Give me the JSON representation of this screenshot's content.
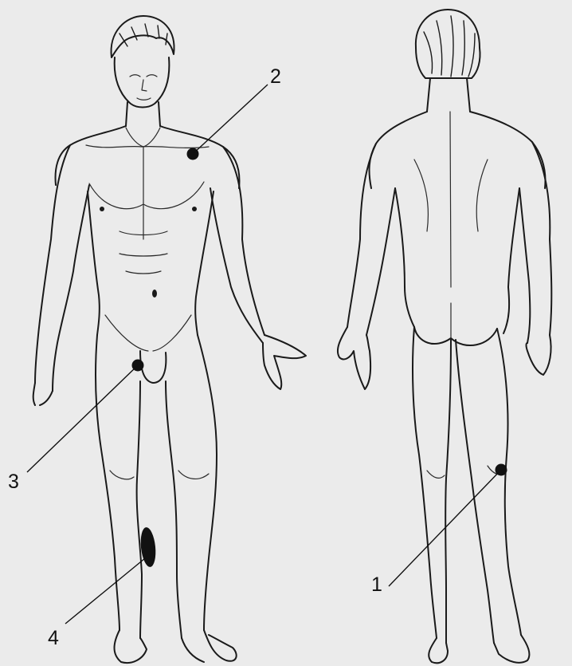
{
  "labels": {
    "one": "1",
    "two": "2",
    "three": "3",
    "four": "4"
  },
  "colors": {
    "background": "#ebebeb",
    "ink": "#1a1a1a"
  }
}
